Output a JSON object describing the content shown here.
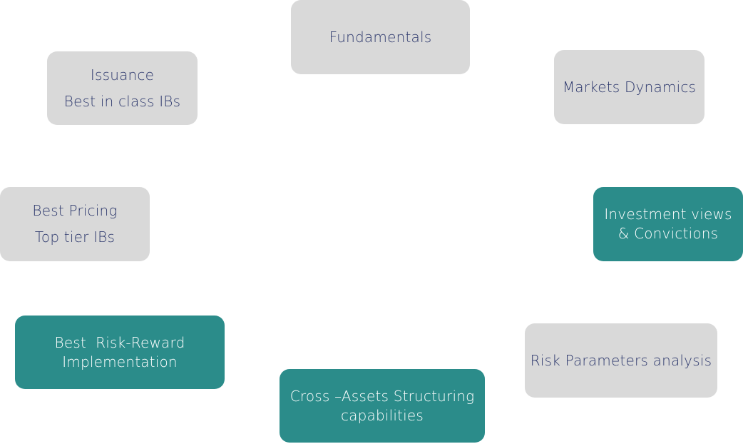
{
  "nodes": {
    "fundamentals": {
      "lines": [
        "Fundamentals"
      ]
    },
    "markets_dynamics": {
      "lines": [
        "Markets Dynamics"
      ]
    },
    "investment_views": {
      "lines": [
        "Investment views",
        "& Convictions"
      ]
    },
    "risk_parameters": {
      "lines": [
        "Risk Parameters analysis"
      ]
    },
    "cross_assets": {
      "lines": [
        "Cross –Assets Structuring",
        "capabilities"
      ]
    },
    "best_risk_reward": {
      "lines": [
        "Best  Risk-Reward",
        "Implementation"
      ]
    },
    "best_pricing": {
      "lines": [
        "Best Pricing",
        "Top tier IBs"
      ]
    },
    "issuance": {
      "lines": [
        "Issuance",
        "Best in class IBs"
      ]
    }
  },
  "colors": {
    "grey_fill": "#d9d9d9",
    "teal_fill": "#2b8c8a",
    "grey_text": "#2f3a6e",
    "teal_text": "#ffffff"
  }
}
